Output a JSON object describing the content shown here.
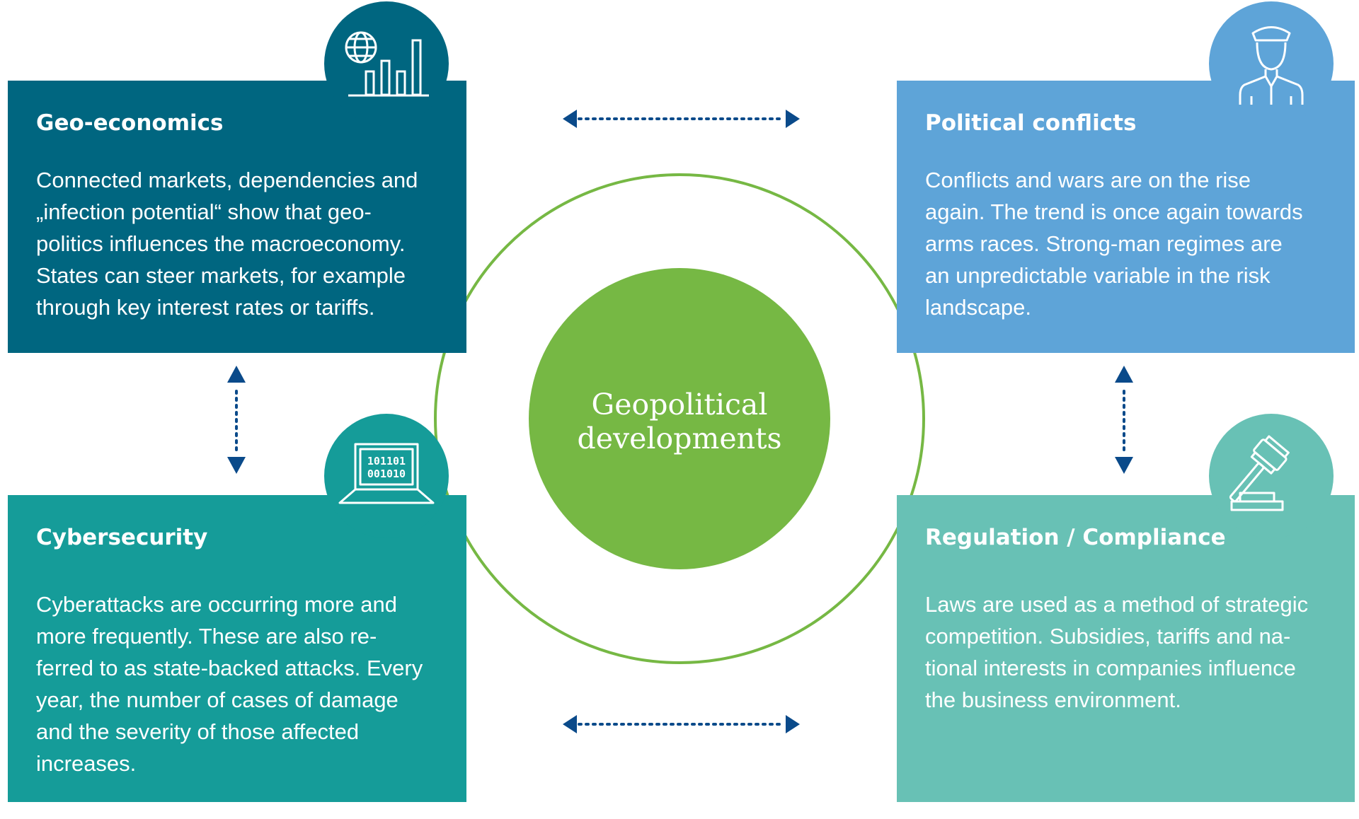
{
  "center": {
    "title_line1": "Geopolitical",
    "title_line2": "developments"
  },
  "cards": {
    "geo_economics": {
      "title": "Geo-economics",
      "lines": [
        "Connected markets, dependencies and",
        "„infection potential“ show that geo-",
        "politics influences the macroeconomy.",
        "States can steer markets, for example",
        "through key interest rates or tariffs."
      ],
      "icon": "globe-bar-chart-icon"
    },
    "political_conflicts": {
      "title": "Political conflicts",
      "lines": [
        "Conflicts and wars are on the rise",
        "again. The trend is once again towards",
        "arms races. Strong-man regimes are",
        "an unpredictable variable in the risk",
        "landscape."
      ],
      "icon": "military-officer-icon"
    },
    "cybersecurity": {
      "title": "Cybersecurity",
      "lines": [
        "Cyberattacks are occurring more and",
        "more frequently. These are also re-",
        "ferred to as state-backed attacks. Every",
        "year, the number of cases of damage",
        "and the severity of those affected",
        "increases."
      ],
      "icon": "laptop-binary-icon",
      "icon_text_line1": "101101",
      "icon_text_line2": "001010"
    },
    "regulation": {
      "title": "Regulation / Compliance",
      "lines": [
        "Laws are used as a method of strategic",
        "competition. Subsidies, tariffs and na-",
        "tional interests in companies influence",
        "the business environment."
      ],
      "icon": "gavel-icon"
    }
  },
  "colors": {
    "geo_economics": "#006680",
    "political_conflicts": "#5ea4d8",
    "cybersecurity": "#159c99",
    "regulation": "#68c1b5",
    "center_fill": "#76b844",
    "ring_stroke": "#76b844",
    "arrow": "#0a4a8a"
  }
}
